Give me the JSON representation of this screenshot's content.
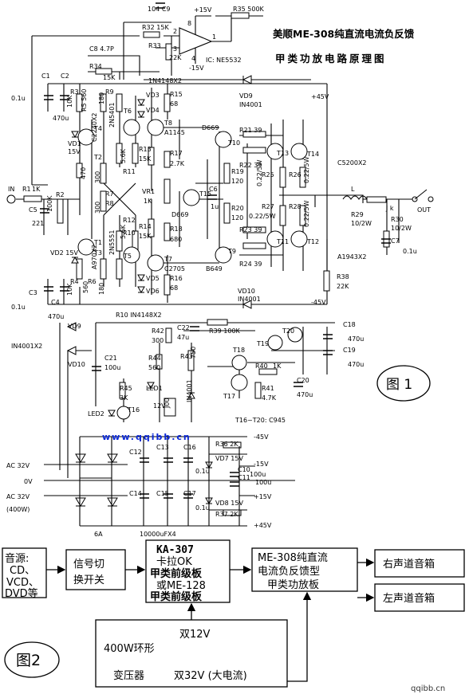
{
  "title": {
    "line1": "美顺ME-308纯直流电流负反馈",
    "line2": "甲类功放电路原理图"
  },
  "watermarks": {
    "mid": "www.qqibb.cn",
    "bottom": "qqibb.cn"
  },
  "figure_labels": {
    "fig1": "图 1",
    "fig2": "图2"
  },
  "schematic_labels": [
    {
      "id": "c9",
      "text": "104  C9"
    },
    {
      "id": "plus15-top",
      "text": "+15V"
    },
    {
      "id": "r35",
      "text": "R35 500K"
    },
    {
      "id": "r32",
      "text": "R32 15K"
    },
    {
      "id": "pin8",
      "text": "8"
    },
    {
      "id": "pin2",
      "text": "2"
    },
    {
      "id": "pin3",
      "text": "3"
    },
    {
      "id": "pin4",
      "text": "4"
    },
    {
      "id": "pin1",
      "text": "1"
    },
    {
      "id": "r33",
      "text": "R33"
    },
    {
      "id": "r33v",
      "text": "22K"
    },
    {
      "id": "minus15-op",
      "text": "-15V"
    },
    {
      "id": "ic",
      "text": "IC: NE5532"
    },
    {
      "id": "c8",
      "text": "C8  4.7P"
    },
    {
      "id": "r34",
      "text": "R34"
    },
    {
      "id": "r34v",
      "text": "15K"
    },
    {
      "id": "in4148top",
      "text": "1N4148X2"
    },
    {
      "id": "c1",
      "text": "C1"
    },
    {
      "id": "c2",
      "text": "C2"
    },
    {
      "id": "c1v",
      "text": "0.1u"
    },
    {
      "id": "r3",
      "text": "R3"
    },
    {
      "id": "r3v",
      "text": "10K"
    },
    {
      "id": "r5",
      "text": "R5 560"
    },
    {
      "id": "r9",
      "text": "R9"
    },
    {
      "id": "r9v",
      "text": "180"
    },
    {
      "id": "vd3",
      "text": "VD3"
    },
    {
      "id": "vd4",
      "text": "VD4"
    },
    {
      "id": "r15",
      "text": "R15"
    },
    {
      "id": "r15v",
      "text": "68"
    },
    {
      "id": "vd9t",
      "text": "VD9"
    },
    {
      "id": "in4001t",
      "text": "IN4001"
    },
    {
      "id": "plus45",
      "text": "+45V"
    },
    {
      "id": "c470top",
      "text": "470u"
    },
    {
      "id": "t4",
      "text": "T4"
    },
    {
      "id": "t6",
      "text": "T6"
    },
    {
      "id": "t8",
      "text": "T8"
    },
    {
      "id": "a1145",
      "text": "A1145"
    },
    {
      "id": "d669a",
      "text": "D669"
    },
    {
      "id": "r21",
      "text": "R21  39"
    },
    {
      "id": "vd1",
      "text": "VD1"
    },
    {
      "id": "vd1v",
      "text": "15V"
    },
    {
      "id": "t2",
      "text": "T2"
    },
    {
      "id": "c2240",
      "text": "C2240X2"
    },
    {
      "id": "n5401",
      "text": "2N5401"
    },
    {
      "id": "r11",
      "text": "R11"
    },
    {
      "id": "r13",
      "text": "R13"
    },
    {
      "id": "r13v",
      "text": "15K"
    },
    {
      "id": "r17",
      "text": "R17"
    },
    {
      "id": "r17v",
      "text": "2.7K"
    },
    {
      "id": "t10",
      "text": "T10"
    },
    {
      "id": "t13",
      "text": "T13"
    },
    {
      "id": "t14",
      "text": "T14"
    },
    {
      "id": "c5200",
      "text": "C5200X2"
    },
    {
      "id": "r22",
      "text": "R22  39"
    },
    {
      "id": "r25",
      "text": "R25"
    },
    {
      "id": "r25v",
      "text": "0.22/5W"
    },
    {
      "id": "r26",
      "text": "R26"
    },
    {
      "id": "r26v",
      "text": "0.22/5W"
    },
    {
      "id": "r19",
      "text": "R19"
    },
    {
      "id": "r19v",
      "text": "120"
    },
    {
      "id": "r1",
      "text": "R1"
    },
    {
      "id": "r1v",
      "text": "1K"
    },
    {
      "id": "in",
      "text": "IN"
    },
    {
      "id": "r2",
      "text": "R2"
    },
    {
      "id": "r2v",
      "text": "100K"
    },
    {
      "id": "r7",
      "text": "R7"
    },
    {
      "id": "r8",
      "text": "R8"
    },
    {
      "id": "r470a",
      "text": "470"
    },
    {
      "id": "r300a",
      "text": "300"
    },
    {
      "id": "r300b",
      "text": "300"
    },
    {
      "id": "vr1",
      "text": "VR1"
    },
    {
      "id": "vr1v",
      "text": "1K"
    },
    {
      "id": "t15",
      "text": "T15"
    },
    {
      "id": "c6",
      "text": "C6"
    },
    {
      "id": "c6v",
      "text": "1u"
    },
    {
      "id": "d669b",
      "text": "D669"
    },
    {
      "id": "lind",
      "text": "L"
    },
    {
      "id": "jk",
      "text": "J k"
    },
    {
      "id": "out",
      "text": "OUT"
    },
    {
      "id": "c5",
      "text": "C5"
    },
    {
      "id": "c5v",
      "text": "221"
    },
    {
      "id": "r10",
      "text": "R10"
    },
    {
      "id": "r12",
      "text": "R12"
    },
    {
      "id": "r14",
      "text": "R14"
    },
    {
      "id": "r14v",
      "text": "15K"
    },
    {
      "id": "r18",
      "text": "R18"
    },
    {
      "id": "r18v",
      "text": "680"
    },
    {
      "id": "r20",
      "text": "R20"
    },
    {
      "id": "r20v",
      "text": "120"
    },
    {
      "id": "r27",
      "text": "R27"
    },
    {
      "id": "r27v",
      "text": "0.22/5W"
    },
    {
      "id": "r28",
      "text": "R28"
    },
    {
      "id": "r28v",
      "text": "0.22/5W"
    },
    {
      "id": "r29",
      "text": "R29"
    },
    {
      "id": "r29v",
      "text": "10/2W"
    },
    {
      "id": "r30",
      "text": "R30"
    },
    {
      "id": "r30v",
      "text": "10/2W"
    },
    {
      "id": "c7",
      "text": "C7"
    },
    {
      "id": "c7v",
      "text": "0.1u"
    },
    {
      "id": "t1",
      "text": "T1"
    },
    {
      "id": "a970",
      "text": "A970X2"
    },
    {
      "id": "n5551",
      "text": "2N5551"
    },
    {
      "id": "r56ka",
      "text": "5.6K"
    },
    {
      "id": "r56kb",
      "text": "5.6K"
    },
    {
      "id": "r23",
      "text": "R23  39"
    },
    {
      "id": "t11",
      "text": "T11"
    },
    {
      "id": "t12",
      "text": "T12"
    },
    {
      "id": "a1943",
      "text": "A1943X2"
    },
    {
      "id": "vd2",
      "text": "VD2  15V"
    },
    {
      "id": "t3",
      "text": "T3"
    },
    {
      "id": "t5",
      "text": "T5"
    },
    {
      "id": "t7",
      "text": "T7"
    },
    {
      "id": "c2705",
      "text": "C2705"
    },
    {
      "id": "b649",
      "text": "B649"
    },
    {
      "id": "t9",
      "text": "T9"
    },
    {
      "id": "r24",
      "text": "R24  39"
    },
    {
      "id": "r38",
      "text": "R38"
    },
    {
      "id": "r38v",
      "text": "22K"
    },
    {
      "id": "c3",
      "text": "C3"
    },
    {
      "id": "c3v",
      "text": "0.1u"
    },
    {
      "id": "c4",
      "text": "C4"
    },
    {
      "id": "r4",
      "text": "R4"
    },
    {
      "id": "r4v",
      "text": "10K"
    },
    {
      "id": "r6",
      "text": "R6"
    },
    {
      "id": "r6v",
      "text": "560"
    },
    {
      "id": "r180b",
      "text": "180"
    },
    {
      "id": "vd5",
      "text": "VD5"
    },
    {
      "id": "vd6",
      "text": "VD6"
    },
    {
      "id": "r16",
      "text": "R16"
    },
    {
      "id": "r16v",
      "text": "68"
    },
    {
      "id": "vd10t",
      "text": "VD10"
    },
    {
      "id": "in4001m",
      "text": "IN4001"
    },
    {
      "id": "minus45",
      "text": "-45V"
    },
    {
      "id": "c470bot",
      "text": "470u"
    },
    {
      "id": "r10b",
      "text": "R10  IN4148X2"
    },
    {
      "id": "r42",
      "text": "R42"
    },
    {
      "id": "r42v",
      "text": "300"
    },
    {
      "id": "c22",
      "text": "C22"
    },
    {
      "id": "c22v",
      "text": "47u"
    },
    {
      "id": "r39",
      "text": "R39 100K"
    },
    {
      "id": "t20",
      "text": "T20"
    },
    {
      "id": "t19",
      "text": "T19"
    },
    {
      "id": "c18",
      "text": "C18"
    },
    {
      "id": "c18v",
      "text": "470u"
    },
    {
      "id": "c19",
      "text": "C19"
    },
    {
      "id": "c19v",
      "text": "470u"
    },
    {
      "id": "vd9",
      "text": "VD9"
    },
    {
      "id": "in4001x2",
      "text": "IN4001X2"
    },
    {
      "id": "vd10",
      "text": "VD10"
    },
    {
      "id": "c21",
      "text": "C21"
    },
    {
      "id": "c21v",
      "text": "100u"
    },
    {
      "id": "r44",
      "text": "R44"
    },
    {
      "id": "r44v",
      "text": "560"
    },
    {
      "id": "r43",
      "text": "R43"
    },
    {
      "id": "r43v",
      "text": "750"
    },
    {
      "id": "t18",
      "text": "T18"
    },
    {
      "id": "r40",
      "text": "R40"
    },
    {
      "id": "r40v",
      "text": "1K"
    },
    {
      "id": "r41",
      "text": "R41"
    },
    {
      "id": "r41v",
      "text": "4.7K"
    },
    {
      "id": "c20",
      "text": "C20"
    },
    {
      "id": "c20v",
      "text": "470u"
    },
    {
      "id": "t17",
      "text": "T17"
    },
    {
      "id": "r45",
      "text": "R45"
    },
    {
      "id": "r45v",
      "text": "3K"
    },
    {
      "id": "led1",
      "text": "LED1"
    },
    {
      "id": "led2",
      "text": "LED2"
    },
    {
      "id": "t16",
      "text": "T16"
    },
    {
      "id": "v12",
      "text": "12V"
    },
    {
      "id": "in4001v",
      "text": "IN4001"
    },
    {
      "id": "j00",
      "text": "J00"
    },
    {
      "id": "t16t20",
      "text": "T16~T20: C945"
    },
    {
      "id": "r36",
      "text": "R36  2K"
    },
    {
      "id": "m45b",
      "text": "-45V"
    },
    {
      "id": "vd7",
      "text": "VD7  15V"
    },
    {
      "id": "m15b",
      "text": "-15V"
    },
    {
      "id": "c10",
      "text": "C10"
    },
    {
      "id": "c11",
      "text": "C11"
    },
    {
      "id": "c100a",
      "text": "100u"
    },
    {
      "id": "c100b",
      "text": "100u"
    },
    {
      "id": "p15b",
      "text": "+15V"
    },
    {
      "id": "vd8",
      "text": "VD8  15V"
    },
    {
      "id": "r37",
      "text": "R37  2K"
    },
    {
      "id": "p45b",
      "text": "+45V"
    },
    {
      "id": "c12",
      "text": "C12"
    },
    {
      "id": "c13",
      "text": "C13"
    },
    {
      "id": "c16",
      "text": "C16"
    },
    {
      "id": "c14",
      "text": "C14"
    },
    {
      "id": "c15",
      "text": "C15"
    },
    {
      "id": "c17",
      "text": "C17"
    },
    {
      "id": "c01a",
      "text": "0.1u"
    },
    {
      "id": "c01b",
      "text": "0.1u"
    },
    {
      "id": "ac32a",
      "text": "AC 32V"
    },
    {
      "id": "ov",
      "text": "0V"
    },
    {
      "id": "ac32b",
      "text": "AC 32V"
    },
    {
      "id": "w400",
      "text": "(400W)"
    },
    {
      "id": "a6",
      "text": "6A"
    },
    {
      "id": "c10000",
      "text": "10000uFX4"
    }
  ],
  "block_diagram": {
    "source": [
      "音源:",
      "CD、",
      "VCD、",
      "DVD等"
    ],
    "switch": [
      "信号切",
      "换开关"
    ],
    "preamp": [
      "KA-307",
      "卡拉OK",
      "甲类前级板",
      "或ME-128",
      "甲类前级板"
    ],
    "amp": [
      "ME-308纯直流",
      "电流负反馈型",
      "甲类功放板"
    ],
    "speaker_right": "右声道音箱",
    "speaker_left": "左声道音箱",
    "transformer": [
      "400W环形",
      "变压器"
    ],
    "v12": "双12V",
    "v32": "双32V (大电流)"
  }
}
